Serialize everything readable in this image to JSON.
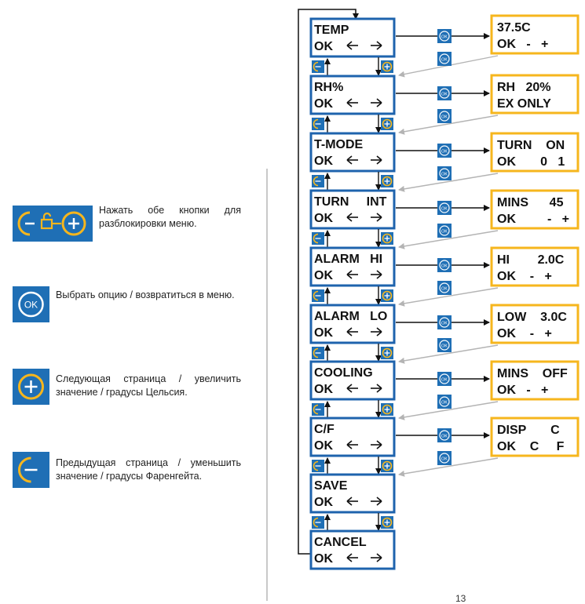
{
  "legend": [
    {
      "key": "unlock",
      "icon": "unlock-minus-plus-icon",
      "text": "Нажать обе кнопки для разблокировки меню."
    },
    {
      "key": "ok",
      "icon": "ok-button-icon",
      "text": "Выбрать опцию / возвратиться в меню."
    },
    {
      "key": "plus",
      "icon": "plus-button-icon",
      "text": "Следующая страница / увеличить значение / градусы Цельсия."
    },
    {
      "key": "minus",
      "icon": "minus-button-icon",
      "text": "Предыдущая страница / уменьшить значение / градусы Фаренгейта."
    }
  ],
  "ok_label": "OK",
  "menu": [
    {
      "key": "temp",
      "line1": "TEMP",
      "line2": "OK",
      "sub": {
        "line1": "37.5C",
        "line2": "OK   -   +"
      }
    },
    {
      "key": "rh",
      "line1": "RH%",
      "line2": "OK",
      "sub": {
        "line1": "RH   20%",
        "line2": "EX ONLY"
      }
    },
    {
      "key": "t-mode",
      "line1": "T-MODE",
      "line2": "OK",
      "sub": {
        "line1": "TURN    ON",
        "line2": "OK       0   1"
      }
    },
    {
      "key": "turn-int",
      "line1": "TURN     INT",
      "line2": "OK",
      "sub": {
        "line1": "MINS      45",
        "line2": "OK         -   +"
      }
    },
    {
      "key": "alarm-hi",
      "line1": "ALARM   HI",
      "line2": "OK",
      "sub": {
        "line1": "HI        2.0C",
        "line2": "OK    -   +"
      }
    },
    {
      "key": "alarm-lo",
      "line1": "ALARM   LO",
      "line2": "OK",
      "sub": {
        "line1": "LOW    3.0C",
        "line2": "OK    -   +"
      }
    },
    {
      "key": "cooling",
      "line1": "COOLING",
      "line2": "OK",
      "sub": {
        "line1": "MINS    OFF",
        "line2": "OK   -   +"
      }
    },
    {
      "key": "c-f",
      "line1": "C/F",
      "line2": "OK",
      "sub": {
        "line1": "DISP       C",
        "line2": "OK    C     F"
      }
    },
    {
      "key": "save",
      "line1": "SAVE",
      "line2": "OK",
      "sub": null
    },
    {
      "key": "cancel",
      "line1": "CANCEL",
      "line2": "OK",
      "sub": null
    }
  ],
  "colors": {
    "blue": "#1e63ad",
    "yellow": "#f6b61d",
    "grey_arrow": "#b4b4b4",
    "icon_fill": "#1f6fb5"
  },
  "page_number": "13"
}
